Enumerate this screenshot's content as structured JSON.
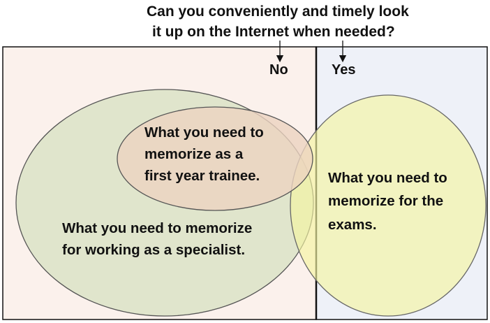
{
  "question": {
    "line1": "Can you conveniently and timely look",
    "line2": "it up on the Internet when needed?"
  },
  "regions": {
    "no_label": "No",
    "yes_label": "Yes"
  },
  "sets": {
    "specialist": {
      "line1": "What you need to memorize",
      "line2": "for working as a specialist."
    },
    "trainee": {
      "line1": "What you need to",
      "line2": "memorize as a",
      "line3": "first year trainee."
    },
    "exams": {
      "line1": "What you need to",
      "line2": "memorize for the",
      "line3": "exams."
    }
  },
  "colors": {
    "no_region": "#fbf1ec",
    "yes_region": "#eef1f8",
    "specialist_ellipse": "#dde3c9",
    "trainee_ellipse": "#ecd3c1",
    "exams_ellipse": "#f4f4a2"
  }
}
